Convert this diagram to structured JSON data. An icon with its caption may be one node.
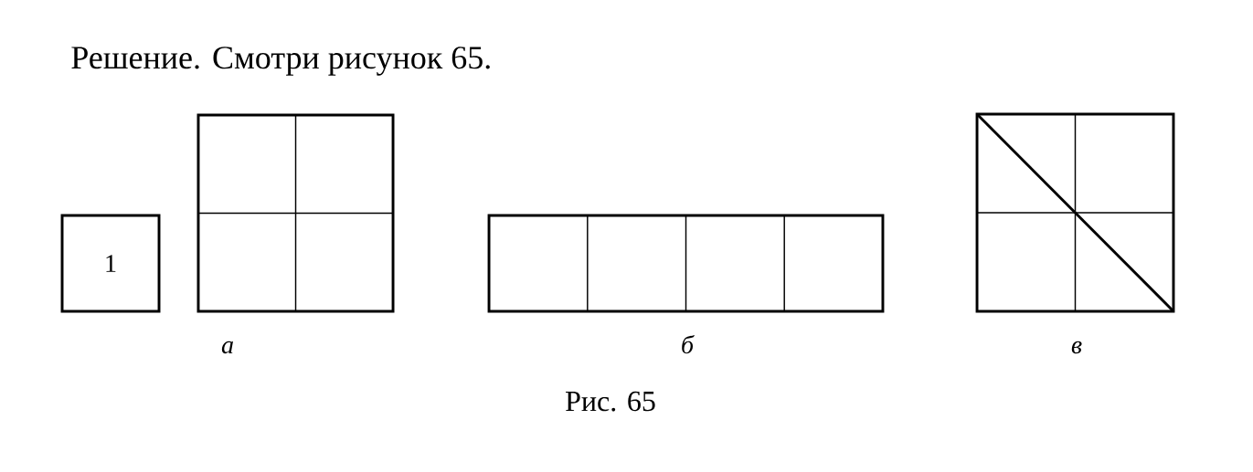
{
  "diagram": {
    "title": "Решение. Смотри рисунок 65.",
    "caption": "Рис. 65",
    "nodes": [
      {
        "text": [
          "1"
        ]
      },
      {
        "text": [],
        "shape": "box",
        "beside": [
          "а"
        ]
      },
      {
        "text": [],
        "shape": "box",
        "beside": [
          "б"
        ]
      },
      {
        "text": [],
        "shape": "box",
        "beside": [
          "в"
        ]
      }
    ]
  }
}
